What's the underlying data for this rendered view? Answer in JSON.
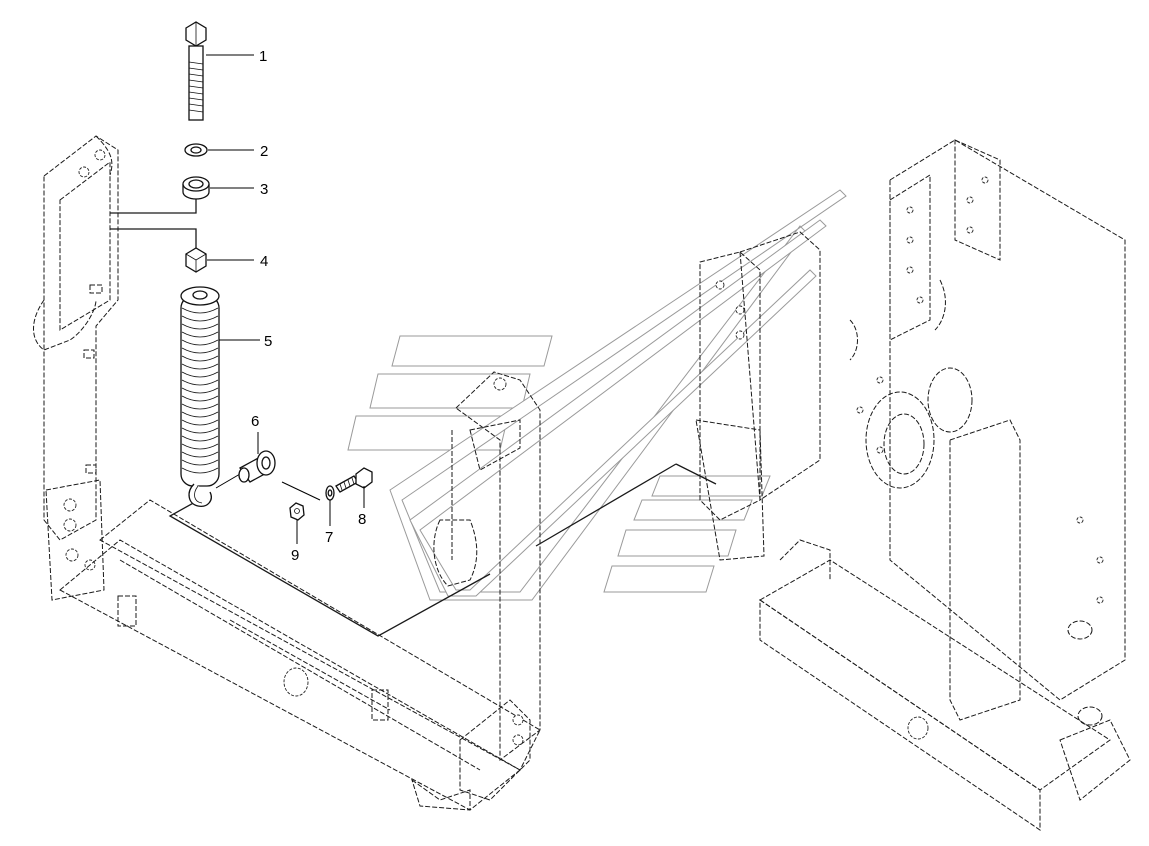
{
  "diagram": {
    "callouts": [
      {
        "id": "1",
        "label": "1"
      },
      {
        "id": "2",
        "label": "2"
      },
      {
        "id": "3",
        "label": "3"
      },
      {
        "id": "4",
        "label": "4"
      },
      {
        "id": "5",
        "label": "5"
      },
      {
        "id": "6",
        "label": "6"
      },
      {
        "id": "7",
        "label": "7"
      },
      {
        "id": "8",
        "label": "8"
      },
      {
        "id": "9",
        "label": "9"
      }
    ],
    "parts": [
      {
        "callout": "1",
        "icon": "hex-bolt-icon"
      },
      {
        "callout": "2",
        "icon": "flat-washer-icon"
      },
      {
        "callout": "3",
        "icon": "spacer-ring-icon"
      },
      {
        "callout": "4",
        "icon": "hex-nut-icon"
      },
      {
        "callout": "5",
        "icon": "coil-spring-icon"
      },
      {
        "callout": "6",
        "icon": "pin-bushing-icon"
      },
      {
        "callout": "7",
        "icon": "small-washer-icon"
      },
      {
        "callout": "8",
        "icon": "small-bolt-icon"
      },
      {
        "callout": "9",
        "icon": "small-nut-icon"
      }
    ]
  }
}
